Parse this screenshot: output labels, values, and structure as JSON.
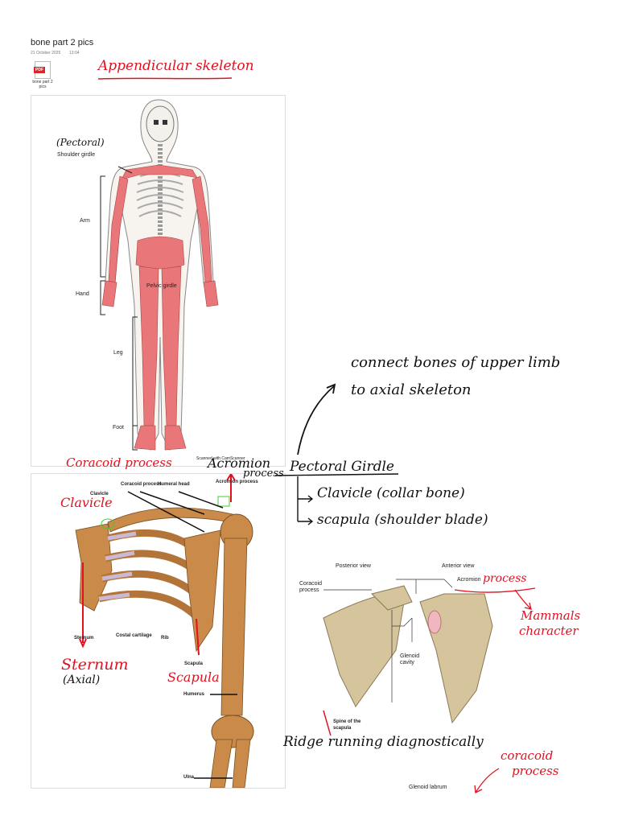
{
  "page": {
    "title": "bone part 2 pics",
    "date": "21 October 2025",
    "time": "13:04"
  },
  "attachment": {
    "icon": "pdf-file-icon",
    "badge": "PDF",
    "name_line1": "bone part 2",
    "name_line2": "pics"
  },
  "handwriting": {
    "appendicular": "Appendicular skeleton",
    "connect_line1": "connect bones of upper limb",
    "connect_line2": "to axial skeleton",
    "pectoral_girdle": "Pectoral Girdle",
    "clavicle_note": "Clavicle (collar bone)",
    "scapula_note": "scapula (shoulder blade)",
    "coracoid_top": "Coracoid process",
    "acromion": "Acromion",
    "acromion_process": "process",
    "clavicle_red": "Clavicle",
    "sternum": "Sternum",
    "axial": "(Axial)",
    "scapula_red": "Scapula",
    "pectoral_paren": "(Pectoral)",
    "process_red": "process",
    "mammals1": "Mammals",
    "mammals2": "character",
    "ridge": "Ridge running diagnostically",
    "coracoid_bottom1": "coracoid",
    "coracoid_bottom2": "process"
  },
  "skeleton_labels": {
    "shoulder_girdle": "Shoulder girdle",
    "arm": "Arm",
    "hand": "Hand",
    "pelvic_girdle": "Pelvic girdle",
    "leg": "Leg",
    "foot": "Foot",
    "scanned": "Scanned with CamScanner"
  },
  "shoulder_labels": {
    "clavicle": "Clavicle",
    "coracoid": "Coracoid process",
    "humeral_head": "Humeral head",
    "acromion": "Acromion process",
    "sternum": "Sternum",
    "costal": "Costal cartilage",
    "rib": "Rib",
    "scapula": "Scapula",
    "humerus": "Humerus",
    "ulna": "Ulna"
  },
  "scapula_labels": {
    "posterior": "Posterior view",
    "anterior": "Anterior view",
    "coracoid": "Coracoid process",
    "acromion": "Acromion",
    "glenoid": "Glenoid cavity",
    "spine": "Spine of the scapula",
    "glenoid_labrum": "Glenoid labrum"
  },
  "colors": {
    "ink_red": "#e3101f",
    "ink_black": "#111111",
    "bone_pink": "#e9777a",
    "bone_tan": "#c98a4a"
  }
}
